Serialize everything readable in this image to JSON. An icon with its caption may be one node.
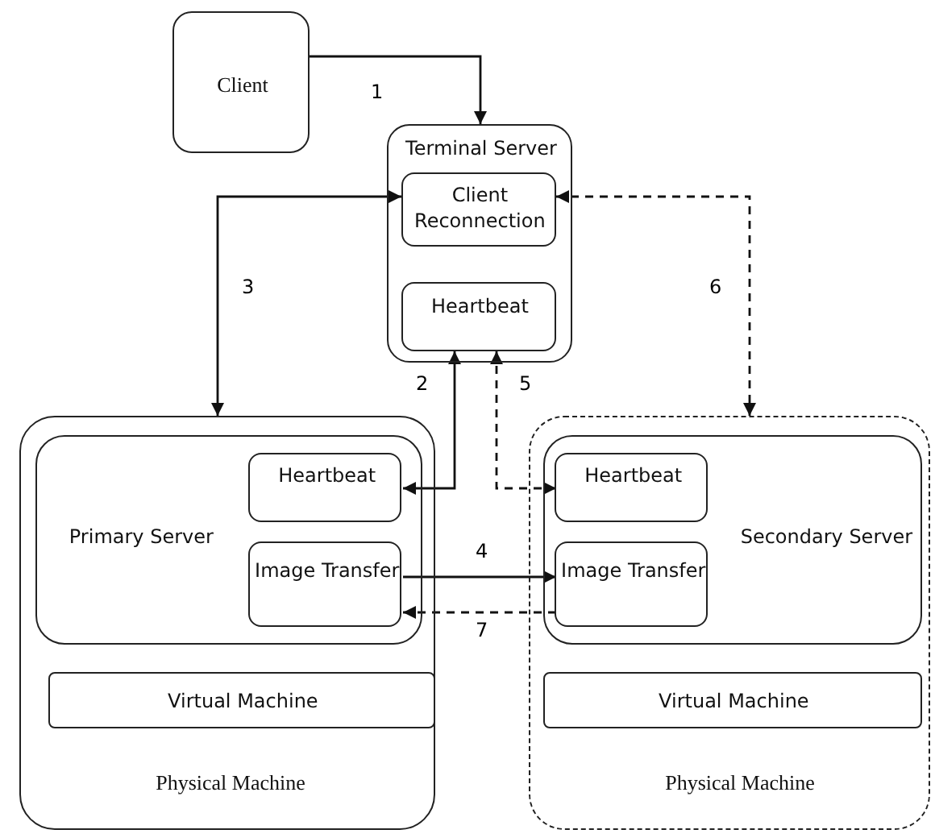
{
  "diagram": {
    "nodes": [
      {
        "text": [
          "Client"
        ]
      },
      {
        "text": [
          "Terminal Server"
        ]
      },
      {
        "text": [
          "Client Reconnection"
        ],
        "in": 1
      },
      {
        "text": [
          "Heartbeat"
        ],
        "in": 1
      },
      {
        "text": [
          "Physical Machine"
        ]
      },
      {
        "text": [
          "Primary Server"
        ],
        "in": 4
      },
      {
        "text": [
          "Heartbeat"
        ],
        "in": 5
      },
      {
        "text": [
          "Image Transfer"
        ],
        "in": 5
      },
      {
        "text": [
          "Virtual Machine"
        ],
        "in": 4
      },
      {
        "text": [
          "Physical Machine"
        ]
      },
      {
        "text": [
          "Secondary Server"
        ],
        "in": 9
      },
      {
        "text": [
          "Heartbeat"
        ],
        "in": 10
      },
      {
        "text": [
          "Image Transfer"
        ],
        "in": 10
      },
      {
        "text": [
          "Virtual Machine"
        ],
        "in": 9
      }
    ],
    "edges": [
      {
        "from": 0,
        "to": 1,
        "arrow": "to",
        "label": "1"
      },
      {
        "from": 3,
        "to": 6,
        "arrow": "both",
        "label": "2"
      },
      {
        "from": 2,
        "to": 4,
        "arrow": "both",
        "label": "3"
      },
      {
        "from": 7,
        "to": 12,
        "arrow": "to",
        "label": "4"
      },
      {
        "from": 3,
        "to": 11,
        "arrow": "both",
        "label": "5",
        "style": "dashed"
      },
      {
        "from": 2,
        "to": 9,
        "arrow": "both",
        "label": "6",
        "style": "dashed"
      },
      {
        "from": 12,
        "to": 7,
        "arrow": "to",
        "label": "7",
        "style": "dashed"
      }
    ]
  }
}
